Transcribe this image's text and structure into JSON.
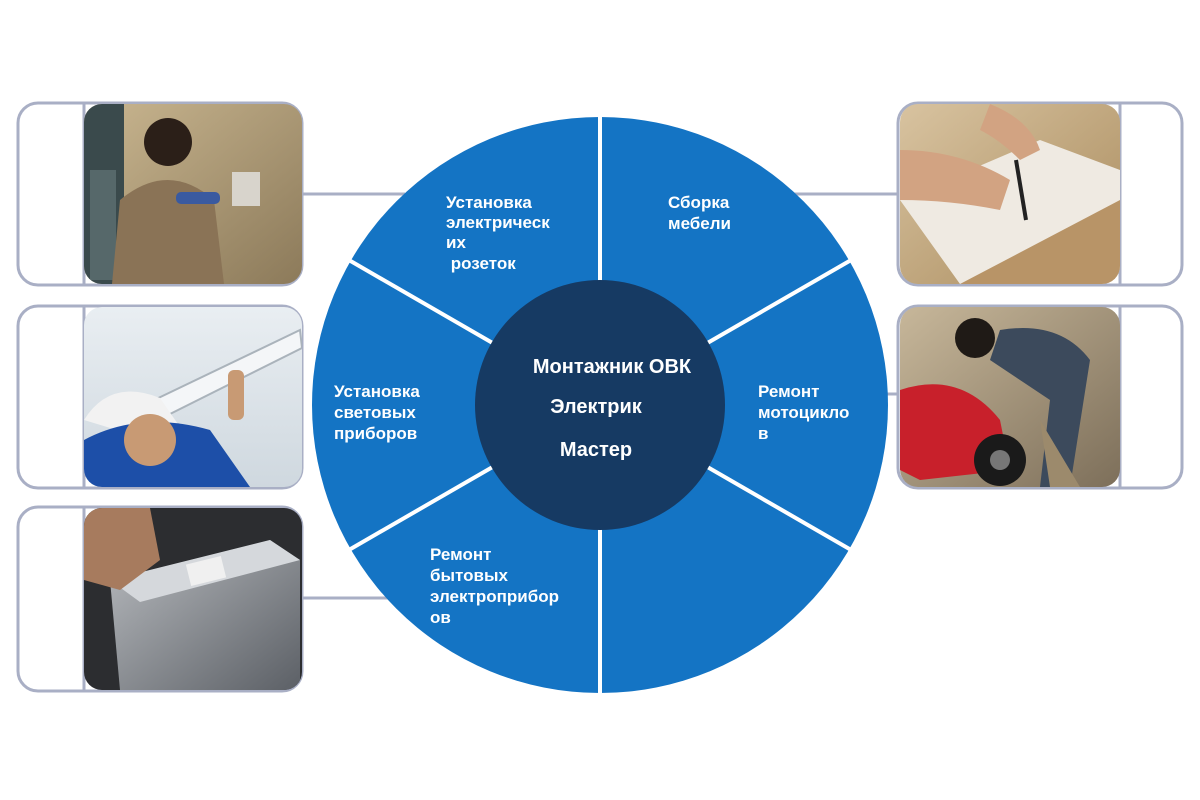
{
  "center": {
    "lines": [
      "Монтажник ОВК",
      "Электрик",
      "Мастер"
    ]
  },
  "segments": [
    {
      "id": "sockets",
      "lines": [
        "Установка",
        "электрическ",
        "их",
        " розеток"
      ]
    },
    {
      "id": "furniture",
      "lines": [
        "Сборка",
        "мебели"
      ]
    },
    {
      "id": "motorcycle",
      "lines": [
        "Ремонт",
        "мотоцикло",
        "в"
      ]
    },
    {
      "id": "appliances",
      "lines": [
        "Ремонт",
        "бытовых",
        "электроприбор",
        "ов"
      ]
    },
    {
      "id": "lights",
      "lines": [
        "Установка",
        "световых",
        "приборов"
      ]
    }
  ],
  "photos": [
    {
      "id": "photo-socket-install",
      "icon": "electrician-socket-photo"
    },
    {
      "id": "photo-light-install",
      "icon": "electrician-ceiling-light-photo"
    },
    {
      "id": "photo-appliance-repair",
      "icon": "appliance-repair-photo"
    },
    {
      "id": "photo-furniture-assembly",
      "icon": "furniture-assembly-photo"
    },
    {
      "id": "photo-motorcycle-repair",
      "icon": "motorcycle-repair-photo"
    }
  ],
  "colors": {
    "segment": "#1474c4",
    "center": "#163a63",
    "divider": "#ffffff",
    "frame": "#a9afc5",
    "connector": "#a9afc5"
  }
}
